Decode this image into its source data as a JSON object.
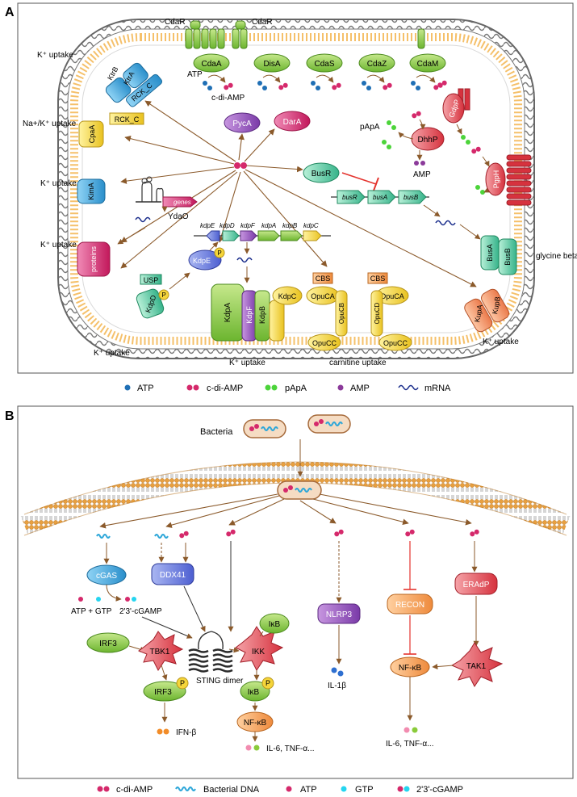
{
  "panelA": {
    "letter": "A",
    "cdaR_left": "CdaR",
    "cdaR_right": "CdaR",
    "k_uptake_tl": "K⁺ uptake",
    "naK_uptake": "Na+/K⁺ uptake",
    "k_uptake_l": "K⁺ uptake",
    "k_uptake_l2": "K⁺ uptake",
    "k_uptake_bl": "K⁺ uptake",
    "k_uptake_b": "K⁺ uptake",
    "carnitine_uptake": "carnitine uptake",
    "k_uptake_br": "K⁺ uptake",
    "glycine_uptake": "glycine betaine uptake",
    "enzymes": [
      "CdaA",
      "DisA",
      "CdaS",
      "CdaZ",
      "CdaM"
    ],
    "atp_label": "ATP",
    "cdiamp_label": "c-di-AMP",
    "pyca": "PycA",
    "dara": "DarA",
    "ktrb": "KtrB",
    "ktra": "KtrA",
    "rck_c1": "RCK_C",
    "rck_c2": "RCK_C",
    "cpaa": "CpaA",
    "kima": "KimA",
    "proteins": "proteins",
    "genes": "genes",
    "ydao": "YdaO",
    "usp": "USP",
    "kdpd": "KdpD",
    "kdpe": "KdpE",
    "kdp_genes": [
      "kdpE",
      "kdpD",
      "kdpF",
      "kdpA",
      "kdpB",
      "kdpC"
    ],
    "kdpa": "KdpA",
    "kdpf": "KdpF",
    "kdpb": "KdpB",
    "kdpc": "KdpC",
    "busr": "BusR",
    "bus_genes": [
      "busR",
      "busA",
      "busB"
    ],
    "busa": "BusA",
    "busb": "BusB",
    "papa": "pApA",
    "dhhp": "DhhP",
    "amp_label": "AMP",
    "gdpp": "GdpP",
    "pgph": "PgpH",
    "cbs1": "CBS",
    "cbs2": "CBS",
    "opuca1": "OpuCA",
    "opuca2": "OpuCA",
    "opucb": "OpuCB",
    "opucd": "OpuCD",
    "opucc1": "OpuCC",
    "opucc2": "OpuCC",
    "kupa": "KupA",
    "kupb": "KupB",
    "p_label": "P"
  },
  "legendA": [
    {
      "label": "ATP",
      "kind": "atp"
    },
    {
      "label": "c-di-AMP",
      "kind": "cdiamp"
    },
    {
      "label": "pApA",
      "kind": "papa"
    },
    {
      "label": "AMP",
      "kind": "amp"
    },
    {
      "label": "mRNA",
      "kind": "mrna"
    }
  ],
  "panelB": {
    "letter": "B",
    "bacteria": "Bacteria",
    "cgas": "cGAS",
    "atp_gtp": "ATP + GTP",
    "cgamp": "2'3'-cGAMP",
    "ddx41": "DDX41",
    "sting": "STING dimer",
    "irf3_a": "IRF3",
    "irf3_b": "IRF3",
    "tbk1": "TBK1",
    "ikk": "IKK",
    "ikb_a": "IκB",
    "ikb_b": "IκB",
    "nfkb_a": "NF-κB",
    "nfkb_b": "NF-κB",
    "ifnb": "IFN-β",
    "il6_a": "IL-6, TNF-α...",
    "nlrp3": "NLRP3",
    "il1b": "IL-1β",
    "recon": "RECON",
    "eradp": "ERAdP",
    "tak1": "TAK1",
    "il6_b": "IL-6, TNF-α...",
    "p_label": "P"
  },
  "legendB": [
    {
      "label": "c-di-AMP",
      "kind": "cdiamp"
    },
    {
      "label": "Bacterial DNA",
      "kind": "dna"
    },
    {
      "label": "ATP",
      "kind": "atpB"
    },
    {
      "label": "GTP",
      "kind": "gtp"
    },
    {
      "label": "2'3'-cGAMP",
      "kind": "cgamp"
    }
  ],
  "colors": {
    "brown": "#8B5A2B",
    "green": "#7DC242",
    "blue": "#2E9BD6",
    "yellow": "#F5D53A",
    "pink": "#D5296B",
    "purple": "#8B3A9A",
    "orange": "#F28C28",
    "red": "#E4332D"
  }
}
